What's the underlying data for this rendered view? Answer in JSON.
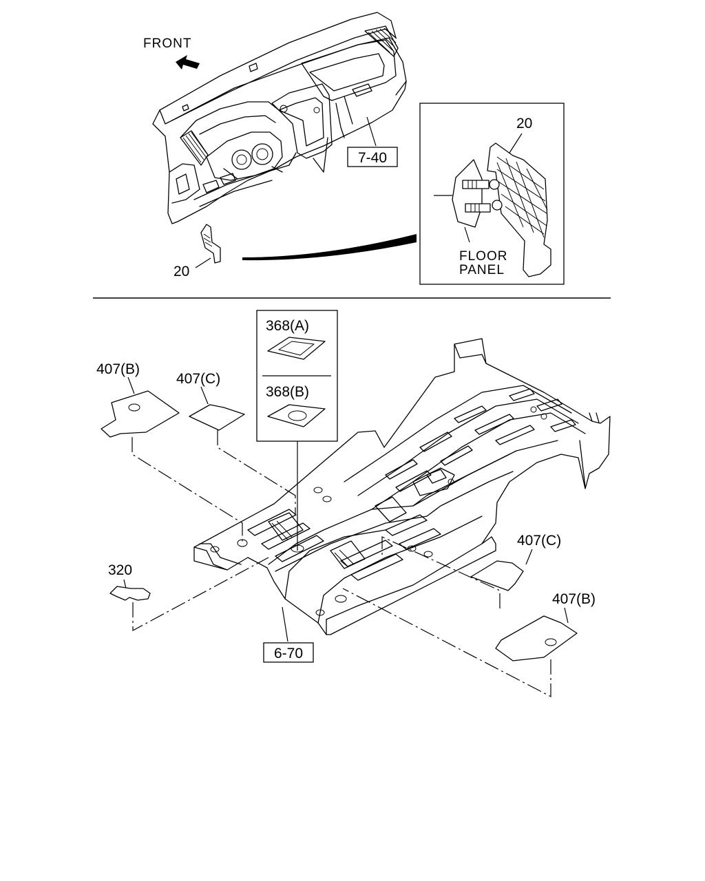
{
  "top": {
    "front_label": "FRONT",
    "dash_ref": "7-40",
    "part_20_left": "20",
    "inset": {
      "part_label": "20",
      "floor_panel_line1": "FLOOR",
      "floor_panel_line2": "PANEL"
    }
  },
  "bottom": {
    "legend": {
      "item_a": "368(A)",
      "item_b": "368(B)"
    },
    "labels": {
      "p407b_left": "407(B)",
      "p407c_left": "407(C)",
      "p407c_right": "407(C)",
      "p407b_right": "407(B)",
      "p320": "320",
      "floor_ref": "6-70"
    }
  }
}
